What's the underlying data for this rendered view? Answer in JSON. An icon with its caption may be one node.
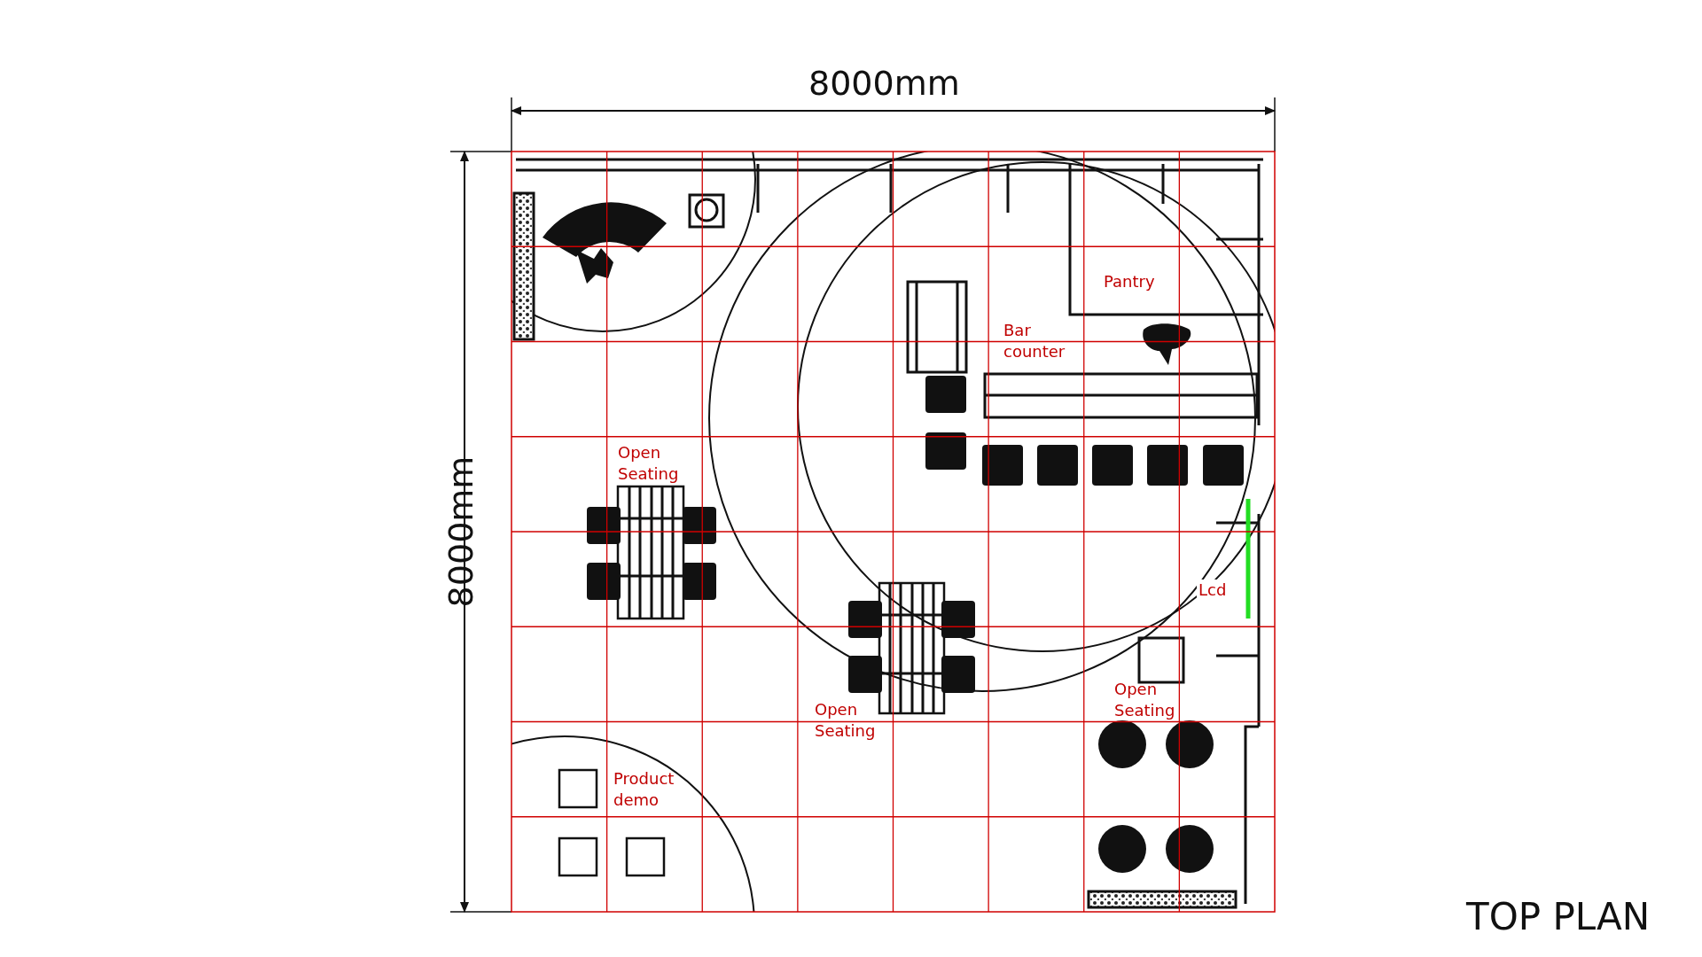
{
  "diagram": {
    "title": "TOP PLAN",
    "labels": [
      "8000mm",
      "8000mm",
      "Pantry",
      "Bar counter",
      "Open Seating",
      "Lcd",
      "Open Seating",
      "Open Seating",
      "Product demo"
    ]
  }
}
